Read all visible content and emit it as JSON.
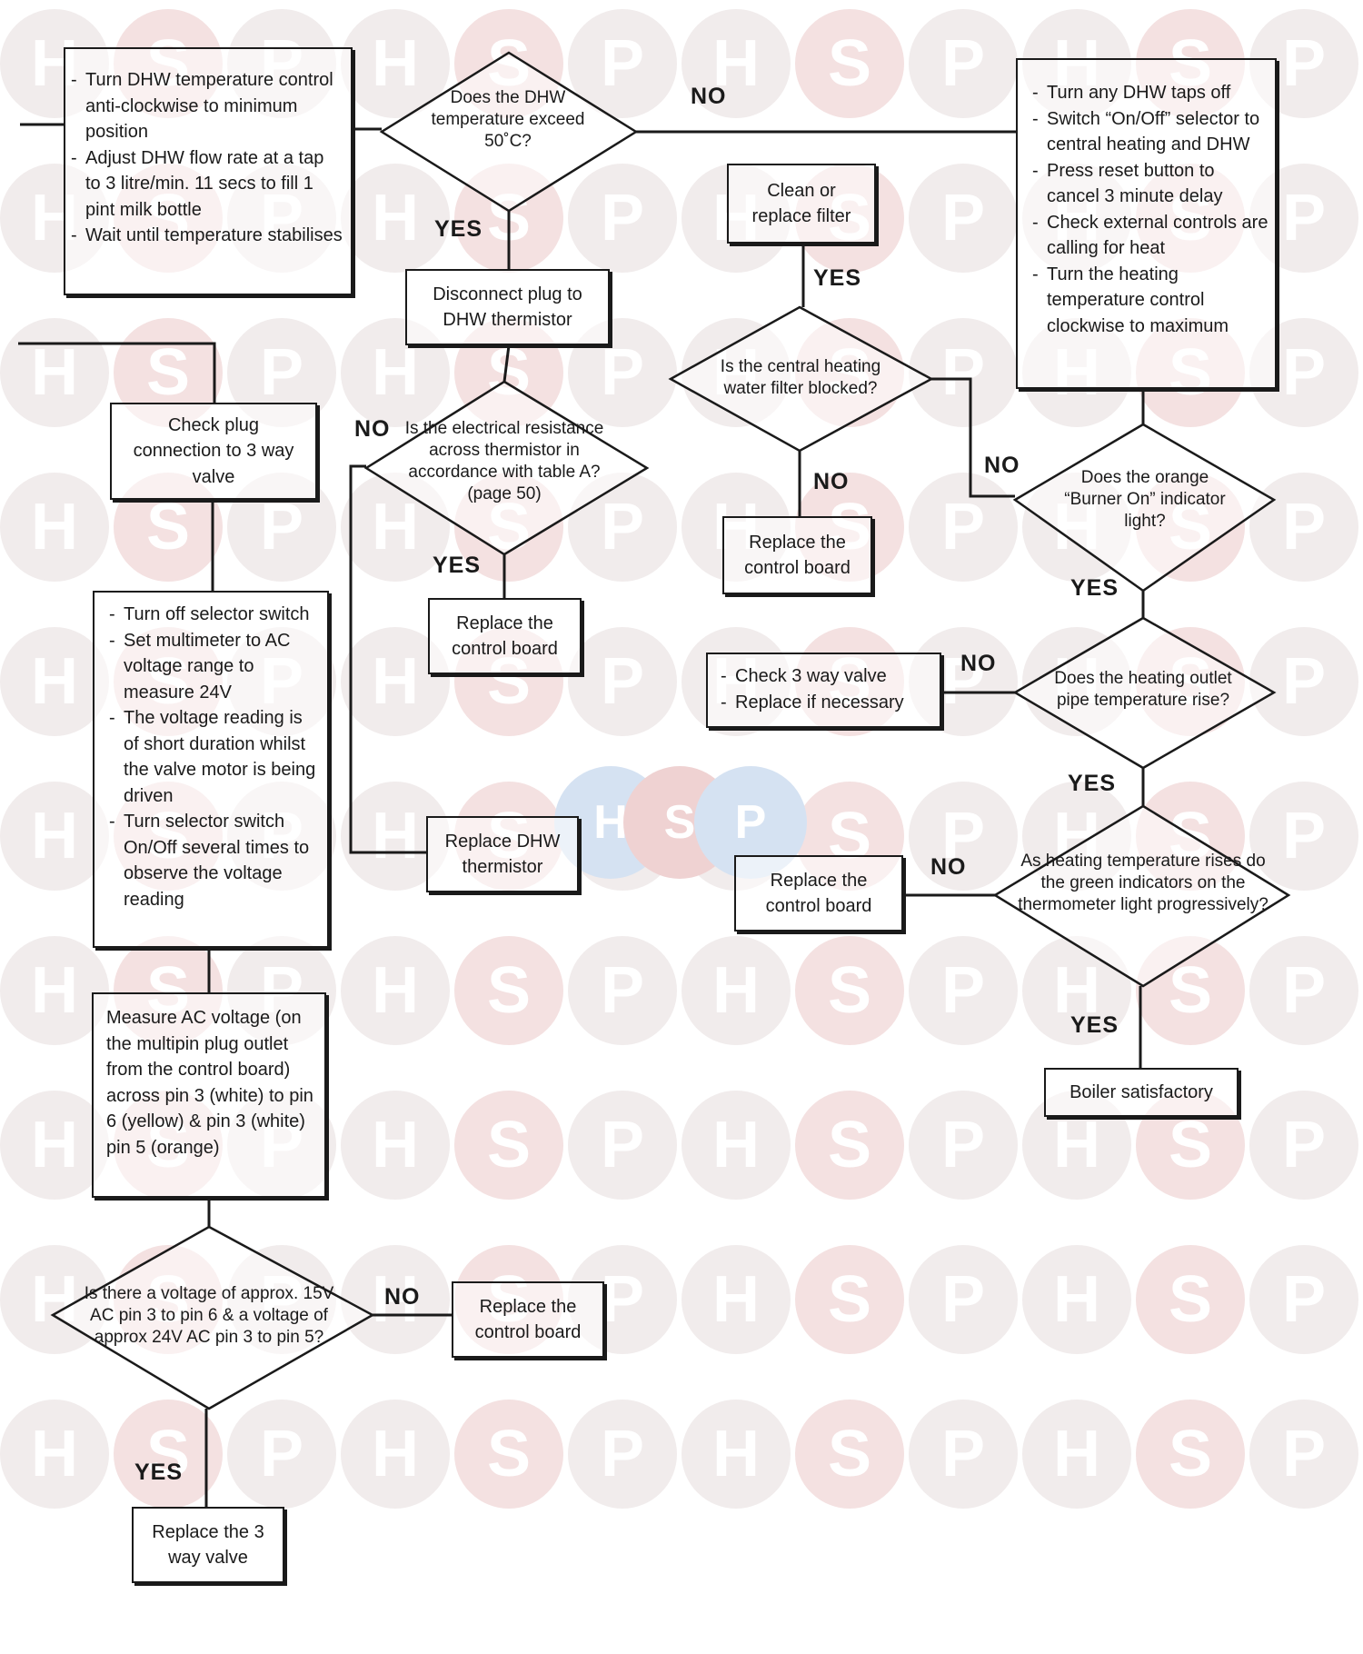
{
  "watermark": {
    "letters": [
      "H",
      "S",
      "P"
    ]
  },
  "boxes": {
    "dhw_setup": [
      "Turn DHW temperature control anti-clockwise to minimum position",
      "Adjust DHW flow rate at a tap to 3 litre/min. 11 secs to fill 1 pint milk bottle",
      "Wait until temperature stabilises"
    ],
    "ch_setup": [
      "Turn any DHW taps off",
      "Switch “On/Off” selector to central heating and DHW",
      "Press reset button to cancel 3 minute delay",
      "Check external controls are calling for heat",
      "Turn the heating temperature control clockwise to maximum"
    ],
    "check_plug": "Check plug connection to 3 way valve",
    "selector_steps": [
      "Turn off selector switch",
      "Set multimeter to AC voltage range to measure 24V",
      "The voltage reading is of short duration whilst the valve motor is being driven",
      "Turn selector switch On/Off several times to observe the voltage reading"
    ],
    "measure_ac": "Measure AC voltage (on the multipin plug outlet from the control board) across pin 3 (white) to pin 6 (yellow) & pin 3 (white) pin 5 (orange)",
    "disconnect_plug": "Disconnect plug to DHW thermistor",
    "replace_board_1": "Replace the control board",
    "replace_thermistor": "Replace DHW thermistor",
    "replace_board_2": "Replace the control board",
    "clean_filter": "Clean or replace filter",
    "replace_board_3": "Replace the control board",
    "check_valve": [
      "Check 3 way valve",
      "Replace if necessary"
    ],
    "replace_board_4": "Replace the control board",
    "boiler_ok": "Boiler satisfactory",
    "replace_valve": "Replace the 3 way valve"
  },
  "decisions": {
    "dhw_temp": "Does the DHW temperature exceed 50˚C?",
    "resistance": "Is the electrical resistance across thermistor in accordance with table A? (page 50)",
    "filter_blocked": "Is the central heating water filter blocked?",
    "burner_on": "Does the orange “Burner On” indicator light?",
    "outlet_temp": "Does the heating outlet pipe temperature rise?",
    "green_indicators": "As heating temperature rises do the green indicators on the thermometer light progressively?",
    "voltage": "Is there a voltage of approx. 15V AC pin 3 to pin 6 & a voltage of approx 24V AC pin 3 to pin 5?"
  },
  "labels": {
    "yes": "YES",
    "no": "NO"
  }
}
